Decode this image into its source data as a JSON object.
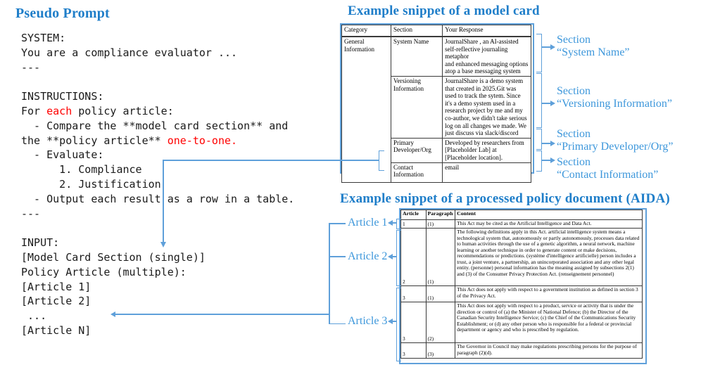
{
  "colors": {
    "title_blue": "#1f7ec9",
    "label_blue": "#3d97db",
    "line_blue": "#5fa0da",
    "red": "#ff0000",
    "text": "#1a1a1a"
  },
  "prompt": {
    "title": "Pseudo Prompt",
    "lines": [
      [
        {
          "t": "SYSTEM:"
        }
      ],
      [
        {
          "t": "You are a compliance evaluator ..."
        }
      ],
      [
        {
          "t": "---"
        }
      ],
      [
        {
          "t": ""
        }
      ],
      [
        {
          "t": "INSTRUCTIONS:"
        }
      ],
      [
        {
          "t": "For "
        },
        {
          "t": "each",
          "red": true
        },
        {
          "t": " policy article:"
        }
      ],
      [
        {
          "t": "  - Compare the **model card section** and"
        }
      ],
      [
        {
          "t": "the **policy article** "
        },
        {
          "t": "one-to-one.",
          "red": true
        }
      ],
      [
        {
          "t": "  - Evaluate:"
        }
      ],
      [
        {
          "t": "      1. Compliance"
        }
      ],
      [
        {
          "t": "      2. Justification"
        }
      ],
      [
        {
          "t": "  - Output each result as a row in a table."
        }
      ],
      [
        {
          "t": "---"
        }
      ],
      [
        {
          "t": ""
        }
      ],
      [
        {
          "t": "INPUT:"
        }
      ],
      [
        {
          "t": "[Model Card Section (single)]"
        }
      ],
      [
        {
          "t": "Policy Article (multiple):"
        }
      ],
      [
        {
          "t": "[Article 1]"
        }
      ],
      [
        {
          "t": "[Article 2]"
        }
      ],
      [
        {
          "t": " ..."
        }
      ],
      [
        {
          "t": "[Article N]"
        }
      ]
    ]
  },
  "model_card": {
    "title": "Example snippet of a model card",
    "table": {
      "headers": [
        "Category",
        "Section",
        "Your Response"
      ],
      "category": "General Information",
      "rows": [
        {
          "section": "System Name",
          "response": "JournalShare , an AI-assisted self-reflective journaling metaphor\nand enhanced messaging options atop a base messaging system"
        },
        {
          "section": "Versioning Information",
          "response": "JournalShare is a demo system that created in 2025.Git was used to track the sytem. Since it's a demo system used in a research project by me and my co-author, we didn't take serious log on all changes we made. We just discuss via slack/discord"
        },
        {
          "section": "Primary Developer/Org",
          "response": "Developed by researchers from [Placeholder Lab] at [Placeholder location]."
        },
        {
          "section": "Contact Information",
          "response": "email"
        }
      ]
    },
    "annotations": [
      {
        "line1": "Section",
        "line2": "“System Name”"
      },
      {
        "line1": "Section",
        "line2": "“Versioning Information”"
      },
      {
        "line1": "Section",
        "line2": "“Primary Developer/Org”"
      },
      {
        "line1": "Section",
        "line2": "“Contact Information”"
      }
    ]
  },
  "policy": {
    "title": "Example snippet of a processed policy document (AIDA)",
    "labels": [
      "Article 1",
      "Article 2",
      "Article 3"
    ],
    "table": {
      "headers": [
        "Article",
        "Paragraph",
        "Content"
      ],
      "rows": [
        {
          "article": "1",
          "paragraph": "(1)",
          "content": "This Act may be cited as the Artificial Intelligence and Data Act."
        },
        {
          "article": "2",
          "paragraph": "(1)",
          "content": "The following definitions apply in this Act. artificial intelligence system means a technological system that, autonomously or partly autonomously, processes data related to human activities through the use of a genetic algorithm, a neural network, machine learning or another technique in order to generate content or make decisions, recommendations or predictions. (système d'intelligence artificielle) person includes a trust, a joint venture, a partnership, an unincorporated association and any other legal entity. (personne) personal information has the meaning assigned by subsections 2(1) and (3) of the Consumer Privacy Protection Act. (renseignement personnel)"
        },
        {
          "article": "3",
          "paragraph": "(1)",
          "content": "This Act does not apply with respect to a government institution as defined in section 3 of the Privacy Act."
        },
        {
          "article": "3",
          "paragraph": "(2)",
          "content": "This Act does not apply with respect to a product, service or activity that is under the direction or control of (a) the Minister of National Defence; (b) the Director of the Canadian Security Intelligence Service; (c) the Chief of the Communications Security Establishment; or (d) any other person who is responsible for a federal or provincial department or agency and who is prescribed by regulation."
        },
        {
          "article": "3",
          "paragraph": "(3)",
          "content": "The Governor in Council may make regulations prescribing persons for the purpose of paragraph (2)(d)."
        }
      ]
    }
  }
}
